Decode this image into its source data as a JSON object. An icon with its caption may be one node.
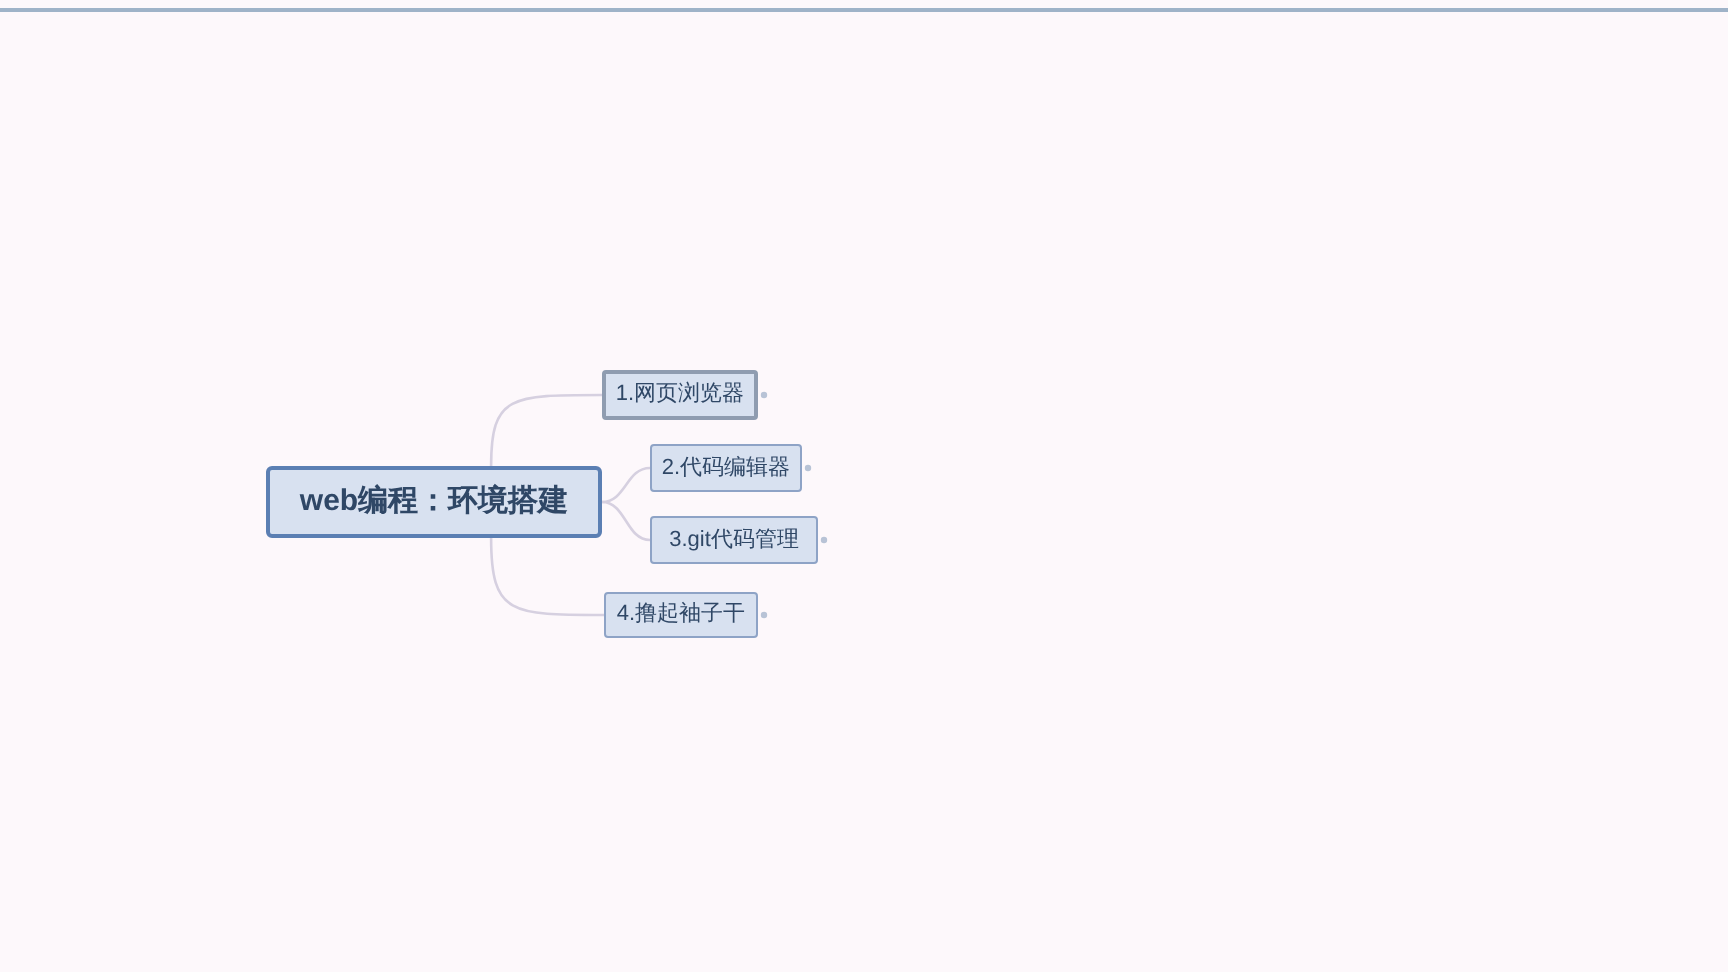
{
  "diagram": {
    "nodes": [
      {
        "text": [
          "web编程：环境搭建"
        ]
      },
      {
        "text": [
          "1.网页浏览器"
        ]
      },
      {
        "text": [
          "2.代码编辑器"
        ]
      },
      {
        "text": [
          "3.git代码管理"
        ]
      },
      {
        "text": [
          "4.撸起袖子干"
        ]
      }
    ],
    "edges": [
      {
        "from": 0,
        "to": 1,
        "arrow": "none"
      },
      {
        "from": 0,
        "to": 2,
        "arrow": "none"
      },
      {
        "from": 0,
        "to": 3,
        "arrow": "none"
      },
      {
        "from": 0,
        "to": 4,
        "arrow": "none"
      }
    ]
  }
}
